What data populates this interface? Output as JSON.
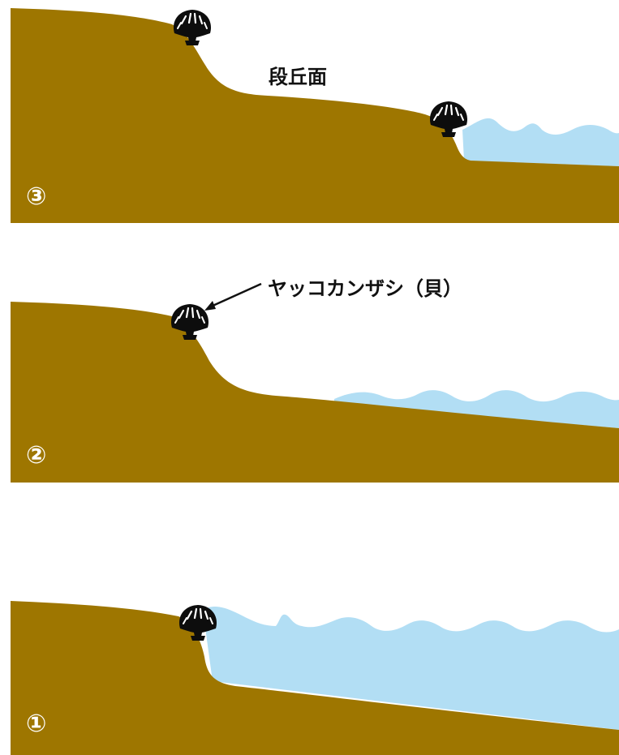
{
  "colors": {
    "land": "#9e7600",
    "sea": "#b2def4",
    "shell": "#0d0d0d",
    "text": "#111111",
    "stage_number": "#ffffff"
  },
  "labels": {
    "terrace_surface": "段丘面",
    "shell_name": "ヤッコカンザシ（貝）"
  },
  "stages": [
    {
      "number": "③",
      "description": "terrace uplifted, new shoreline"
    },
    {
      "number": "②",
      "description": "land uplifted, shell above sea"
    },
    {
      "number": "①",
      "description": "shell at sea level"
    }
  ],
  "icons": {
    "shell": "scallop-shell-icon",
    "arrow": "pointer-arrow"
  }
}
